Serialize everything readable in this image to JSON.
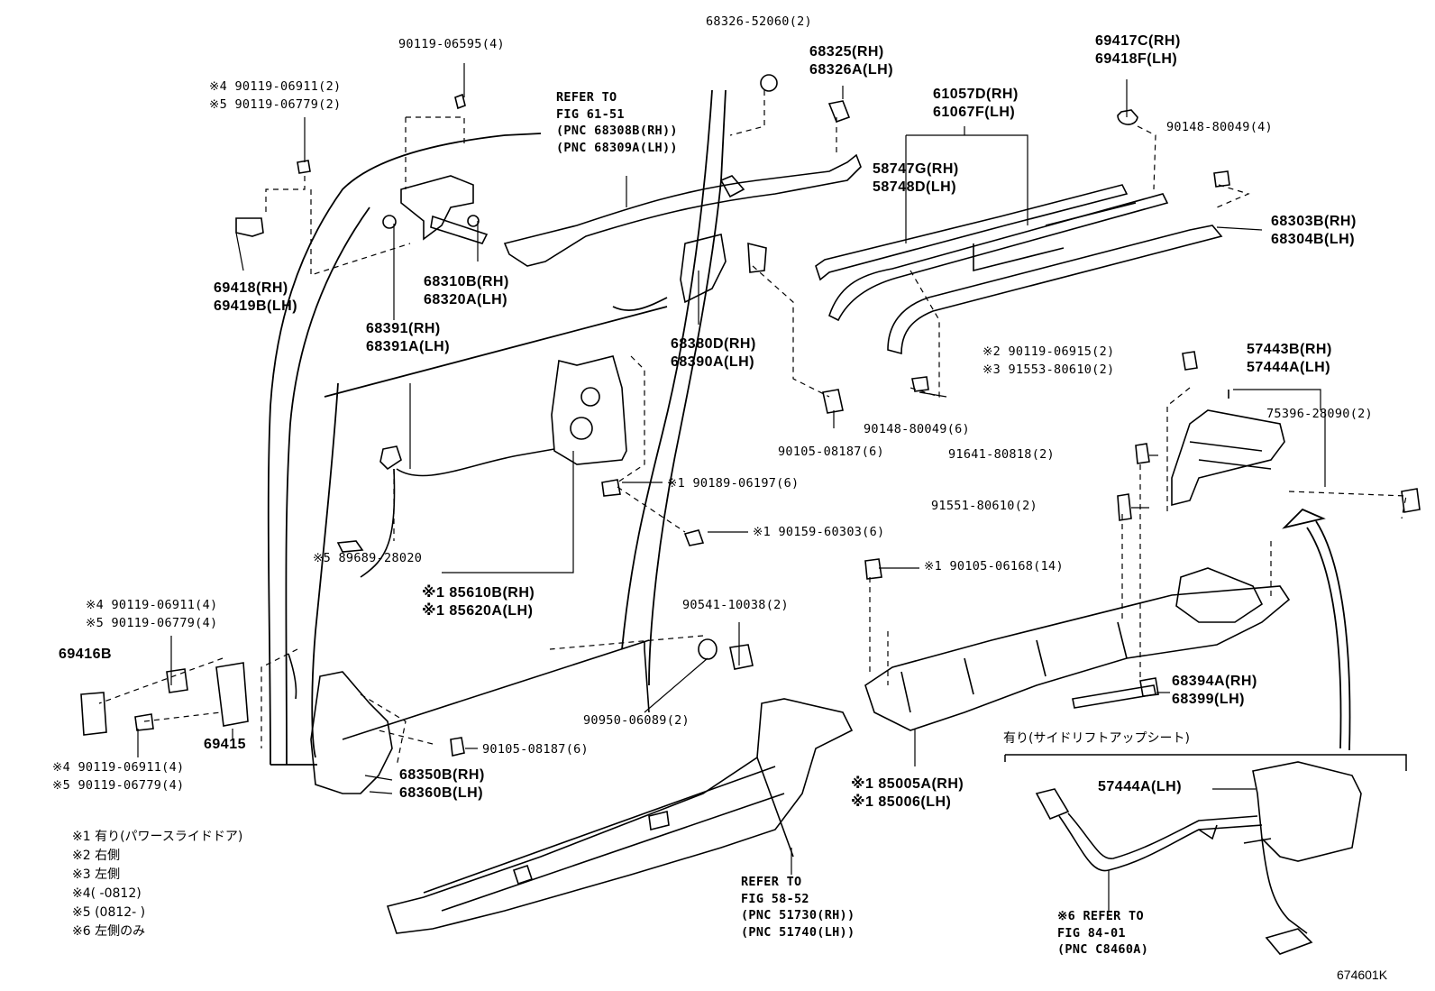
{
  "labels": {
    "p68326_52060": "68326-52060(2)",
    "p68325": [
      "68325(RH)",
      "68326A(LH)"
    ],
    "p69417": [
      "69417C(RH)",
      "69418F(LH)"
    ],
    "p90119_06595": "90119-06595(4)",
    "p90119_top": [
      "※4 90119-06911(2)",
      "※5 90119-06779(2)"
    ],
    "refer_61_51": [
      "REFER TO",
      "FIG 61-51",
      "(PNC 68308B(RH))",
      "(PNC 68309A(LH))"
    ],
    "p61057": [
      "61057D(RH)",
      "61067F(LH)"
    ],
    "p58747": [
      "58747G(RH)",
      "58748D(LH)"
    ],
    "p90148_a": "90148-80049(4)",
    "p68303": [
      "68303B(RH)",
      "68304B(LH)"
    ],
    "p69418": [
      "69418(RH)",
      "69419B(LH)"
    ],
    "p68310": [
      "68310B(RH)",
      "68320A(LH)"
    ],
    "p68391": [
      "68391(RH)",
      "68391A(LH)"
    ],
    "p68380": [
      "68380D(RH)",
      "68390A(LH)"
    ],
    "p90119_right": [
      "※2 90119-06915(2)",
      "※3 91553-80610(2)"
    ],
    "p57443": [
      "57443B(RH)",
      "57444A(LH)"
    ],
    "p90148_b": "90148-80049(6)",
    "p75396": "75396-28090(2)",
    "p90105_a": "90105-08187(6)",
    "p91641": "91641-80818(2)",
    "p90189": "※1 90189-06197(6)",
    "p91551": "91551-80610(2)",
    "p90159": "※1 90159-60303(6)",
    "p89689": "※5 89689-28020",
    "p90105_06168": "※1 90105-06168(14)",
    "p85610": [
      "※1 85610B(RH)",
      "※1 85620A(LH)"
    ],
    "p90119_mid": [
      "※4 90119-06911(4)",
      "※5 90119-06779(4)"
    ],
    "p90541": "90541-10038(2)",
    "p69416": "69416B",
    "p68394": [
      "68394A(RH)",
      "68399(LH)"
    ],
    "p69415": "69415",
    "p90950": "90950-06089(2)",
    "p90105_b": "90105-08187(6)",
    "p90119_bot": [
      "※4 90119-06911(4)",
      "※5 90119-06779(4)"
    ],
    "p68350": [
      "68350B(RH)",
      "68360B(LH)"
    ],
    "p85005": [
      "※1 85005A(RH)",
      "※1 85006(LH)"
    ],
    "option_header": "有り(サイドリフトアップシート)",
    "p57444_lh": "57444A(LH)",
    "notes": [
      "※1 有り(パワースライドドア)",
      "※2 右側",
      "※3 左側",
      "※4(   -0812)",
      "※5 (0812-   )",
      "※6 左側のみ"
    ],
    "refer_58_52": [
      "REFER TO",
      "FIG 58-52",
      "(PNC 51730(RH))",
      "(PNC 51740(LH))"
    ],
    "refer_84_01": [
      "※6 REFER TO",
      "FIG 84-01",
      "(PNC C8460A)"
    ],
    "figure_id": "674601K"
  },
  "colors": {
    "line": "#000000",
    "background": "#ffffff"
  }
}
